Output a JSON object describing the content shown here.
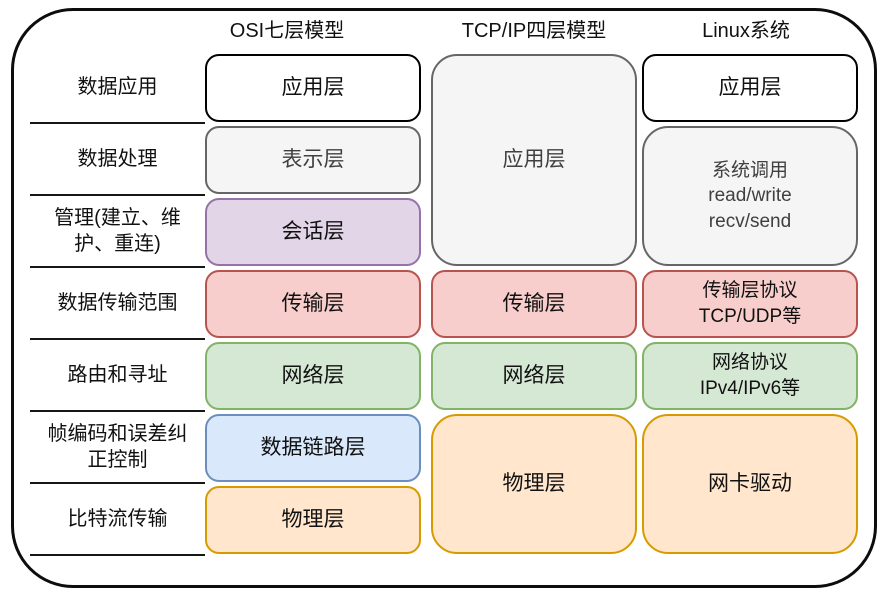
{
  "headers": {
    "osi": "OSI七层模型",
    "tcpip": "TCP/IP四层模型",
    "linux": "Linux系统"
  },
  "row_labels": [
    "数据应用",
    "数据处理",
    "管理(建立、维\n护、重连)",
    "数据传输范围",
    "路由和寻址",
    "帧编码和误差纠\n正控制",
    "比特流传输"
  ],
  "osi_layers": [
    {
      "label": "应用层",
      "color": "white"
    },
    {
      "label": "表示层",
      "color": "gray"
    },
    {
      "label": "会话层",
      "color": "purple"
    },
    {
      "label": "传输层",
      "color": "red"
    },
    {
      "label": "网络层",
      "color": "green"
    },
    {
      "label": "数据链路层",
      "color": "blue"
    },
    {
      "label": "物理层",
      "color": "orange"
    }
  ],
  "tcpip_layers": [
    {
      "label": "应用层",
      "color": "gray",
      "spans_osi_rows": "1-3"
    },
    {
      "label": "传输层",
      "color": "red",
      "spans_osi_rows": "4"
    },
    {
      "label": "网络层",
      "color": "green",
      "spans_osi_rows": "5"
    },
    {
      "label": "物理层",
      "color": "orange",
      "spans_osi_rows": "6-7"
    }
  ],
  "linux_layers": [
    {
      "label": "应用层",
      "color": "white",
      "spans_osi_rows": "1"
    },
    {
      "label": "系统调用\nread/write\nrecv/send",
      "color": "gray",
      "spans_osi_rows": "2-3"
    },
    {
      "label": "传输层协议\nTCP/UDP等",
      "color": "red",
      "spans_osi_rows": "4"
    },
    {
      "label": "网络协议\nIPv4/IPv6等",
      "color": "green",
      "spans_osi_rows": "5"
    },
    {
      "label": "网卡驱动",
      "color": "orange",
      "spans_osi_rows": "6-7"
    }
  ],
  "palette": {
    "white_fill": "#ffffff",
    "white_border": "#000000",
    "gray_fill": "#f5f5f5",
    "gray_border": "#666666",
    "purple_fill": "#e1d5e7",
    "purple_border": "#9673a6",
    "red_fill": "#f8cecc",
    "red_border": "#b85450",
    "green_fill": "#d5e8d4",
    "green_border": "#82b366",
    "blue_fill": "#dae8fc",
    "blue_border": "#6c8ebf",
    "orange_fill": "#ffe6cc",
    "orange_border": "#d79b00",
    "frame_border": "#0d0d0d"
  }
}
